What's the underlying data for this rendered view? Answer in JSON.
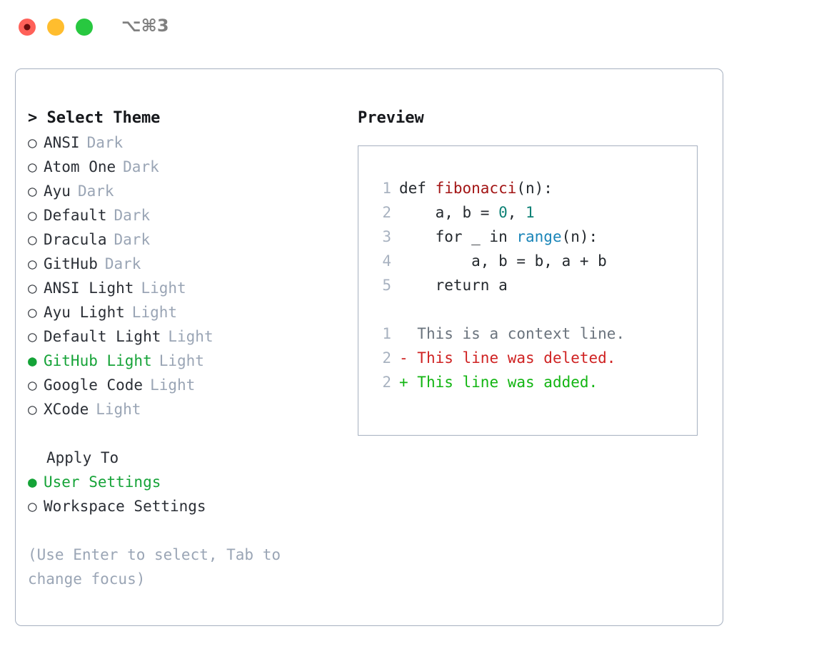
{
  "window": {
    "title": "⌥⌘3",
    "traffic_lights": [
      {
        "name": "close",
        "color": "#ff6159",
        "recording": true
      },
      {
        "name": "minimize",
        "color": "#ffbd2e",
        "recording": false
      },
      {
        "name": "maximize",
        "color": "#28c840",
        "recording": false
      }
    ]
  },
  "left": {
    "heading": "> Select Theme",
    "themes": [
      {
        "bullet": "○",
        "name": "ANSI",
        "kind": "Dark",
        "selected": false
      },
      {
        "bullet": "○",
        "name": "Atom One",
        "kind": "Dark",
        "selected": false
      },
      {
        "bullet": "○",
        "name": "Ayu",
        "kind": "Dark",
        "selected": false
      },
      {
        "bullet": "○",
        "name": "Default",
        "kind": "Dark",
        "selected": false
      },
      {
        "bullet": "○",
        "name": "Dracula",
        "kind": "Dark",
        "selected": false
      },
      {
        "bullet": "○",
        "name": "GitHub",
        "kind": "Dark",
        "selected": false
      },
      {
        "bullet": "○",
        "name": "ANSI Light",
        "kind": "Light",
        "selected": false
      },
      {
        "bullet": "○",
        "name": "Ayu Light",
        "kind": "Light",
        "selected": false
      },
      {
        "bullet": "○",
        "name": "Default Light",
        "kind": "Light",
        "selected": false
      },
      {
        "bullet": "●",
        "name": "GitHub Light",
        "kind": "Light",
        "selected": true
      },
      {
        "bullet": "○",
        "name": "Google Code",
        "kind": "Light",
        "selected": false
      },
      {
        "bullet": "○",
        "name": "XCode",
        "kind": "Light",
        "selected": false
      }
    ],
    "apply_to": {
      "heading": "Apply To",
      "options": [
        {
          "bullet": "●",
          "label": "User Settings",
          "selected": true
        },
        {
          "bullet": "○",
          "label": "Workspace Settings",
          "selected": false
        }
      ]
    },
    "hint": "(Use Enter to select, Tab to change focus)"
  },
  "right": {
    "heading": "Preview",
    "code": [
      {
        "no": "1",
        "segments": [
          {
            "t": "def ",
            "c": "plain"
          },
          {
            "t": "fibonacci",
            "c": "fn"
          },
          {
            "t": "(n):",
            "c": "plain"
          }
        ]
      },
      {
        "no": "2",
        "segments": [
          {
            "t": "    a, b = ",
            "c": "plain"
          },
          {
            "t": "0",
            "c": "num"
          },
          {
            "t": ", ",
            "c": "plain"
          },
          {
            "t": "1",
            "c": "num"
          }
        ]
      },
      {
        "no": "3",
        "segments": [
          {
            "t": "    for _ in ",
            "c": "plain"
          },
          {
            "t": "range",
            "c": "blue"
          },
          {
            "t": "(n):",
            "c": "plain"
          }
        ]
      },
      {
        "no": "4",
        "segments": [
          {
            "t": "        a, b = b, a + b",
            "c": "plain"
          }
        ]
      },
      {
        "no": "5",
        "segments": [
          {
            "t": "    return a",
            "c": "plain"
          }
        ]
      }
    ],
    "diff": [
      {
        "no": "1",
        "marker": "  ",
        "text": "This is a context line.",
        "kind": "ctx"
      },
      {
        "no": "2",
        "marker": "- ",
        "text": "This line was deleted.",
        "kind": "del"
      },
      {
        "no": "2",
        "marker": "+ ",
        "text": "This line was added.",
        "kind": "add"
      }
    ]
  },
  "colors": {
    "accent_green": "#16a338",
    "muted": "#9aa5b5",
    "border": "#a6b0c0",
    "code_fn": "#a31515",
    "code_num": "#0d8175",
    "code_blue": "#1a85b8",
    "diff_del": "#cf2222",
    "diff_add": "#12b512"
  }
}
